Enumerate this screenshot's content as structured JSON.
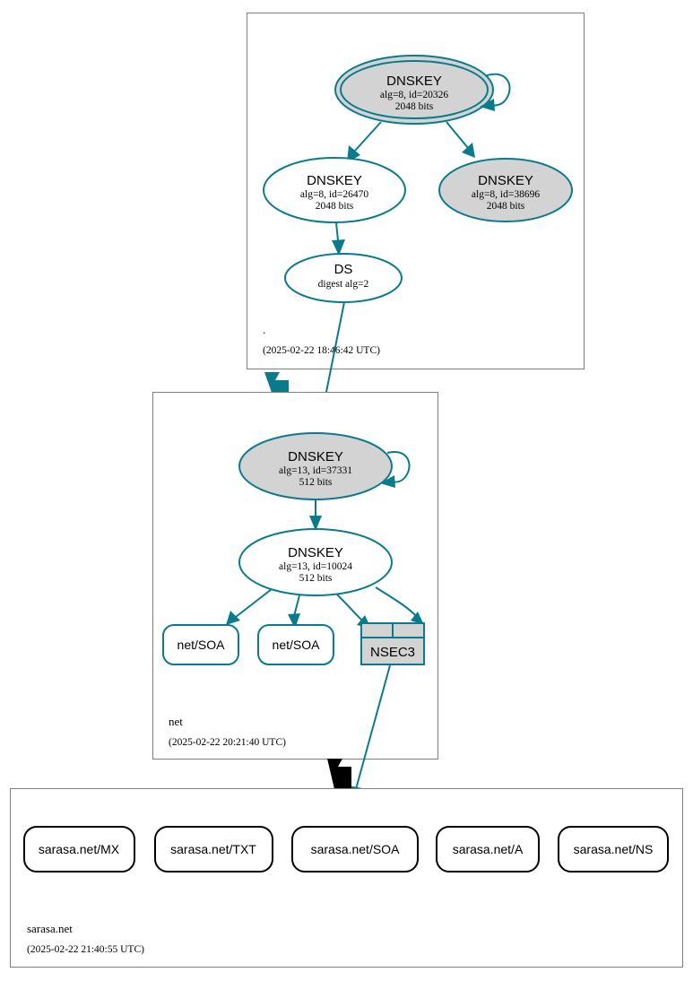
{
  "diagram": {
    "kind": "dnssec-authentication-chain",
    "colors": {
      "accent_teal": "#0a7b8c",
      "secure_fill": "#d3d3d3",
      "node_fill": "#ffffff",
      "cluster_border": "#808080",
      "insecure_black": "#000000"
    }
  },
  "zones": [
    {
      "id": "root",
      "label": ".",
      "timestamp": "(2025-02-22 18:46:42 UTC)",
      "nodes": [
        {
          "id": "root-ksk",
          "shape": "double-ellipse",
          "fill": "secure",
          "title": "DNSKEY",
          "line2": "alg=8, id=20326",
          "line3": "2048 bits",
          "self_signed": true
        },
        {
          "id": "root-zsk",
          "shape": "ellipse",
          "fill": "white",
          "title": "DNSKEY",
          "line2": "alg=8, id=26470",
          "line3": "2048 bits",
          "self_signed": false
        },
        {
          "id": "root-key-38696",
          "shape": "ellipse",
          "fill": "secure",
          "title": "DNSKEY",
          "line2": "alg=8, id=38696",
          "line3": "2048 bits",
          "self_signed": false
        },
        {
          "id": "root-ds",
          "shape": "ellipse",
          "fill": "white",
          "title": "DS",
          "line2": "digest alg=2",
          "line3": "",
          "self_signed": false
        }
      ]
    },
    {
      "id": "net",
      "label": "net",
      "timestamp": "(2025-02-22 20:21:40 UTC)",
      "nodes": [
        {
          "id": "net-ksk",
          "shape": "ellipse",
          "fill": "secure",
          "title": "DNSKEY",
          "line2": "alg=13, id=37331",
          "line3": "512 bits",
          "self_signed": true
        },
        {
          "id": "net-zsk",
          "shape": "ellipse",
          "fill": "white",
          "title": "DNSKEY",
          "line2": "alg=13, id=10024",
          "line3": "512 bits",
          "self_signed": false
        },
        {
          "id": "net-soa-1",
          "shape": "rounded-box",
          "fill": "white",
          "title": "net/SOA",
          "line2": "",
          "line3": "",
          "self_signed": false
        },
        {
          "id": "net-soa-2",
          "shape": "rounded-box",
          "fill": "white",
          "title": "net/SOA",
          "line2": "",
          "line3": "",
          "self_signed": false
        },
        {
          "id": "net-nsec3",
          "shape": "table-box",
          "fill": "secure",
          "title": "NSEC3",
          "line2": "",
          "line3": "",
          "self_signed": false
        }
      ]
    },
    {
      "id": "sarasa-net",
      "label": "sarasa.net",
      "timestamp": "(2025-02-22 21:40:55 UTC)",
      "nodes": [
        {
          "id": "rr-mx",
          "shape": "rounded-box",
          "fill": "white",
          "title": "sarasa.net/MX",
          "line2": "",
          "line3": "",
          "self_signed": false
        },
        {
          "id": "rr-txt",
          "shape": "rounded-box",
          "fill": "white",
          "title": "sarasa.net/TXT",
          "line2": "",
          "line3": "",
          "self_signed": false
        },
        {
          "id": "rr-soa",
          "shape": "rounded-box",
          "fill": "white",
          "title": "sarasa.net/SOA",
          "line2": "",
          "line3": "",
          "self_signed": false
        },
        {
          "id": "rr-a",
          "shape": "rounded-box",
          "fill": "white",
          "title": "sarasa.net/A",
          "line2": "",
          "line3": "",
          "self_signed": false
        },
        {
          "id": "rr-ns",
          "shape": "rounded-box",
          "fill": "white",
          "title": "sarasa.net/NS",
          "line2": "",
          "line3": "",
          "self_signed": false
        }
      ]
    }
  ],
  "edges": [
    {
      "from": "root-ksk",
      "to": "root-ksk",
      "color": "teal",
      "kind": "self-sign"
    },
    {
      "from": "root-ksk",
      "to": "root-zsk",
      "color": "teal",
      "kind": "sign"
    },
    {
      "from": "root-ksk",
      "to": "root-key-38696",
      "color": "teal",
      "kind": "sign"
    },
    {
      "from": "root-zsk",
      "to": "root-ds",
      "color": "teal",
      "kind": "sign"
    },
    {
      "from": "root-ds",
      "to": "net-ksk",
      "color": "teal",
      "kind": "ds-to-dnskey"
    },
    {
      "from": "root",
      "to": "net",
      "color": "teal",
      "kind": "secure-delegation"
    },
    {
      "from": "net-ksk",
      "to": "net-ksk",
      "color": "teal",
      "kind": "self-sign"
    },
    {
      "from": "net-ksk",
      "to": "net-zsk",
      "color": "teal",
      "kind": "sign"
    },
    {
      "from": "net-zsk",
      "to": "net-soa-1",
      "color": "teal",
      "kind": "sign"
    },
    {
      "from": "net-zsk",
      "to": "net-soa-2",
      "color": "teal",
      "kind": "sign"
    },
    {
      "from": "net-zsk",
      "to": "net-nsec3",
      "color": "teal",
      "kind": "sign"
    },
    {
      "from": "net-zsk",
      "to": "net-nsec3",
      "color": "teal",
      "kind": "sign"
    },
    {
      "from": "net-nsec3",
      "to": "sarasa-net",
      "color": "teal",
      "kind": "nsec3-proof"
    },
    {
      "from": "net",
      "to": "sarasa-net",
      "color": "black",
      "kind": "insecure-delegation"
    }
  ]
}
